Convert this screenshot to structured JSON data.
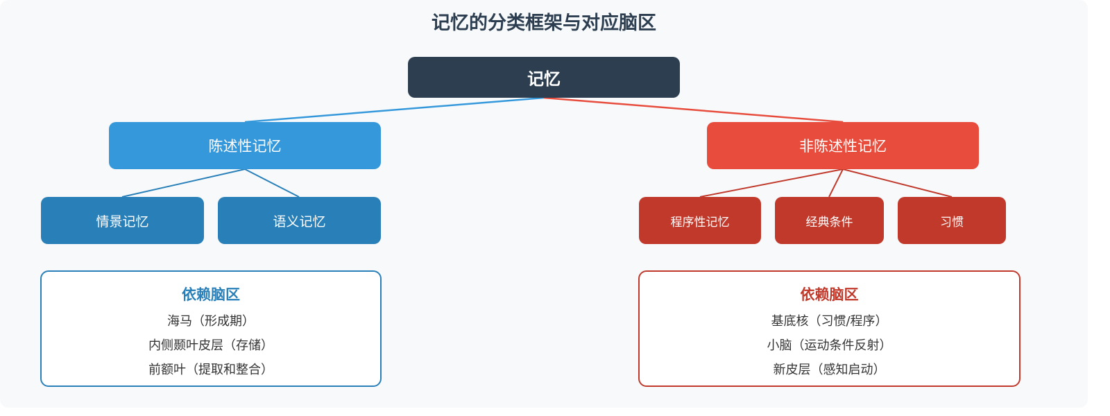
{
  "title": "记忆的分类框架与对应脑区",
  "root": {
    "label": "记忆"
  },
  "declarative": {
    "label": "陈述性记忆",
    "children": [
      {
        "label": "情景记忆"
      },
      {
        "label": "语义记忆"
      }
    ],
    "regions": {
      "title": "依赖脑区",
      "items": [
        "海马（形成期）",
        "内侧颞叶皮层（存储）",
        "前额叶（提取和整合）"
      ]
    }
  },
  "nondeclarative": {
    "label": "非陈述性记忆",
    "children": [
      {
        "label": "程序性记忆"
      },
      {
        "label": "经典条件"
      },
      {
        "label": "习惯"
      }
    ],
    "regions": {
      "title": "依赖脑区",
      "items": [
        "基底核（习惯/程序）",
        "小脑（运动条件反射）",
        "新皮层（感知启动）"
      ]
    }
  },
  "colors": {
    "root": "#2c3e50",
    "declarative": "#3498db",
    "declarative_child": "#2980b9",
    "nondeclarative": "#e74c3c",
    "nondeclarative_child": "#c0392b"
  }
}
